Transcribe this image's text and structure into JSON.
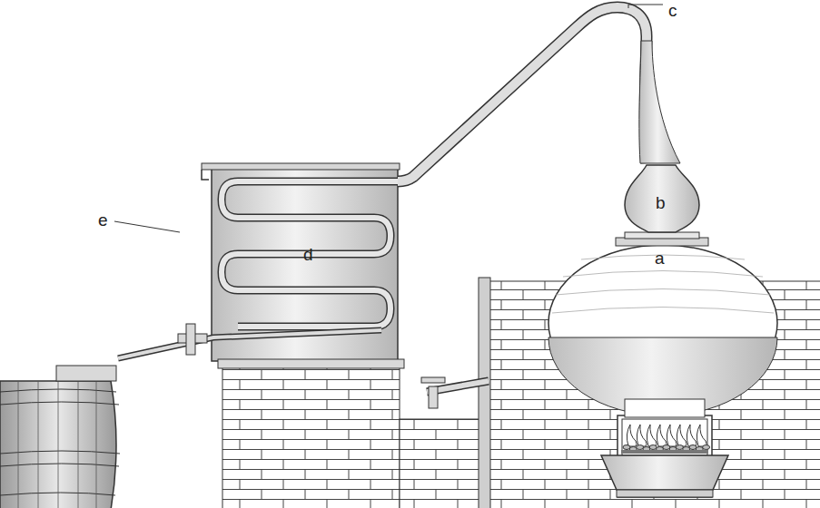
{
  "diagram": {
    "labels": [
      "c",
      "b",
      "d",
      "a",
      "e"
    ]
  }
}
